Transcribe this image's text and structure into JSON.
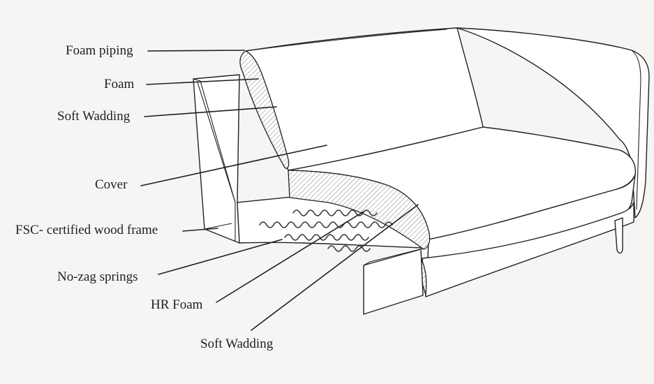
{
  "labels": {
    "foam_piping": "Foam piping",
    "foam": "Foam",
    "soft_wadding_top": "Soft Wadding",
    "cover": "Cover",
    "wood_frame": "FSC- certified wood frame",
    "springs": "No-zag springs",
    "hr_foam": "HR Foam",
    "soft_wadding_bottom": "Soft Wadding"
  },
  "colors": {
    "background": "#f5f5f4",
    "line": "#222222",
    "hatch": "#8a8a8a"
  }
}
